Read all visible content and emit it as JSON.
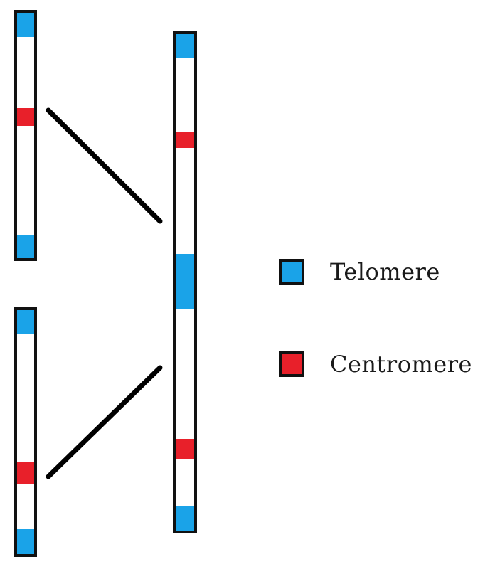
{
  "colors": {
    "telomere": "#1aa3e8",
    "centromere": "#e8202a",
    "chromosome_outline": "#111111",
    "chromosome_fill": "#ffffff",
    "fusion_line": "#000000"
  },
  "diagram": {
    "chromosomes": [
      {
        "id": "top-left",
        "name": "chromosome-a",
        "regions": [
          "telomere",
          "centromere",
          "telomere"
        ]
      },
      {
        "id": "bottom-left",
        "name": "chromosome-b",
        "regions": [
          "telomere",
          "centromere",
          "telomere"
        ]
      },
      {
        "id": "fused",
        "name": "fused-chromosome",
        "regions": [
          "telomere",
          "centromere",
          "telomere",
          "centromere",
          "telomere"
        ]
      }
    ],
    "connections": [
      {
        "from": "top-left",
        "to": "fused"
      },
      {
        "from": "bottom-left",
        "to": "fused"
      }
    ]
  },
  "legend": {
    "items": [
      {
        "label": "Telomere",
        "color": "#1aa3e8",
        "icon": "blue-square"
      },
      {
        "label": "Centromere",
        "color": "#e8202a",
        "icon": "red-square"
      }
    ]
  }
}
